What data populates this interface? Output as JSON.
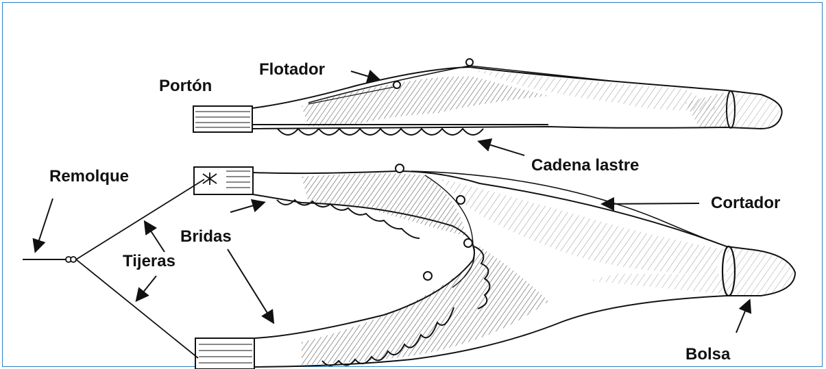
{
  "frame_color": "#2b7fc4",
  "ink_color": "#1a1a1a",
  "labels": {
    "porton": "Portón",
    "flotador": "Flotador",
    "cadena_lastre": "Cadena lastre",
    "remolque": "Remolque",
    "cortador": "Cortador",
    "bridas": "Bridas",
    "tijeras": "Tijeras",
    "bolsa": "Bolsa"
  }
}
